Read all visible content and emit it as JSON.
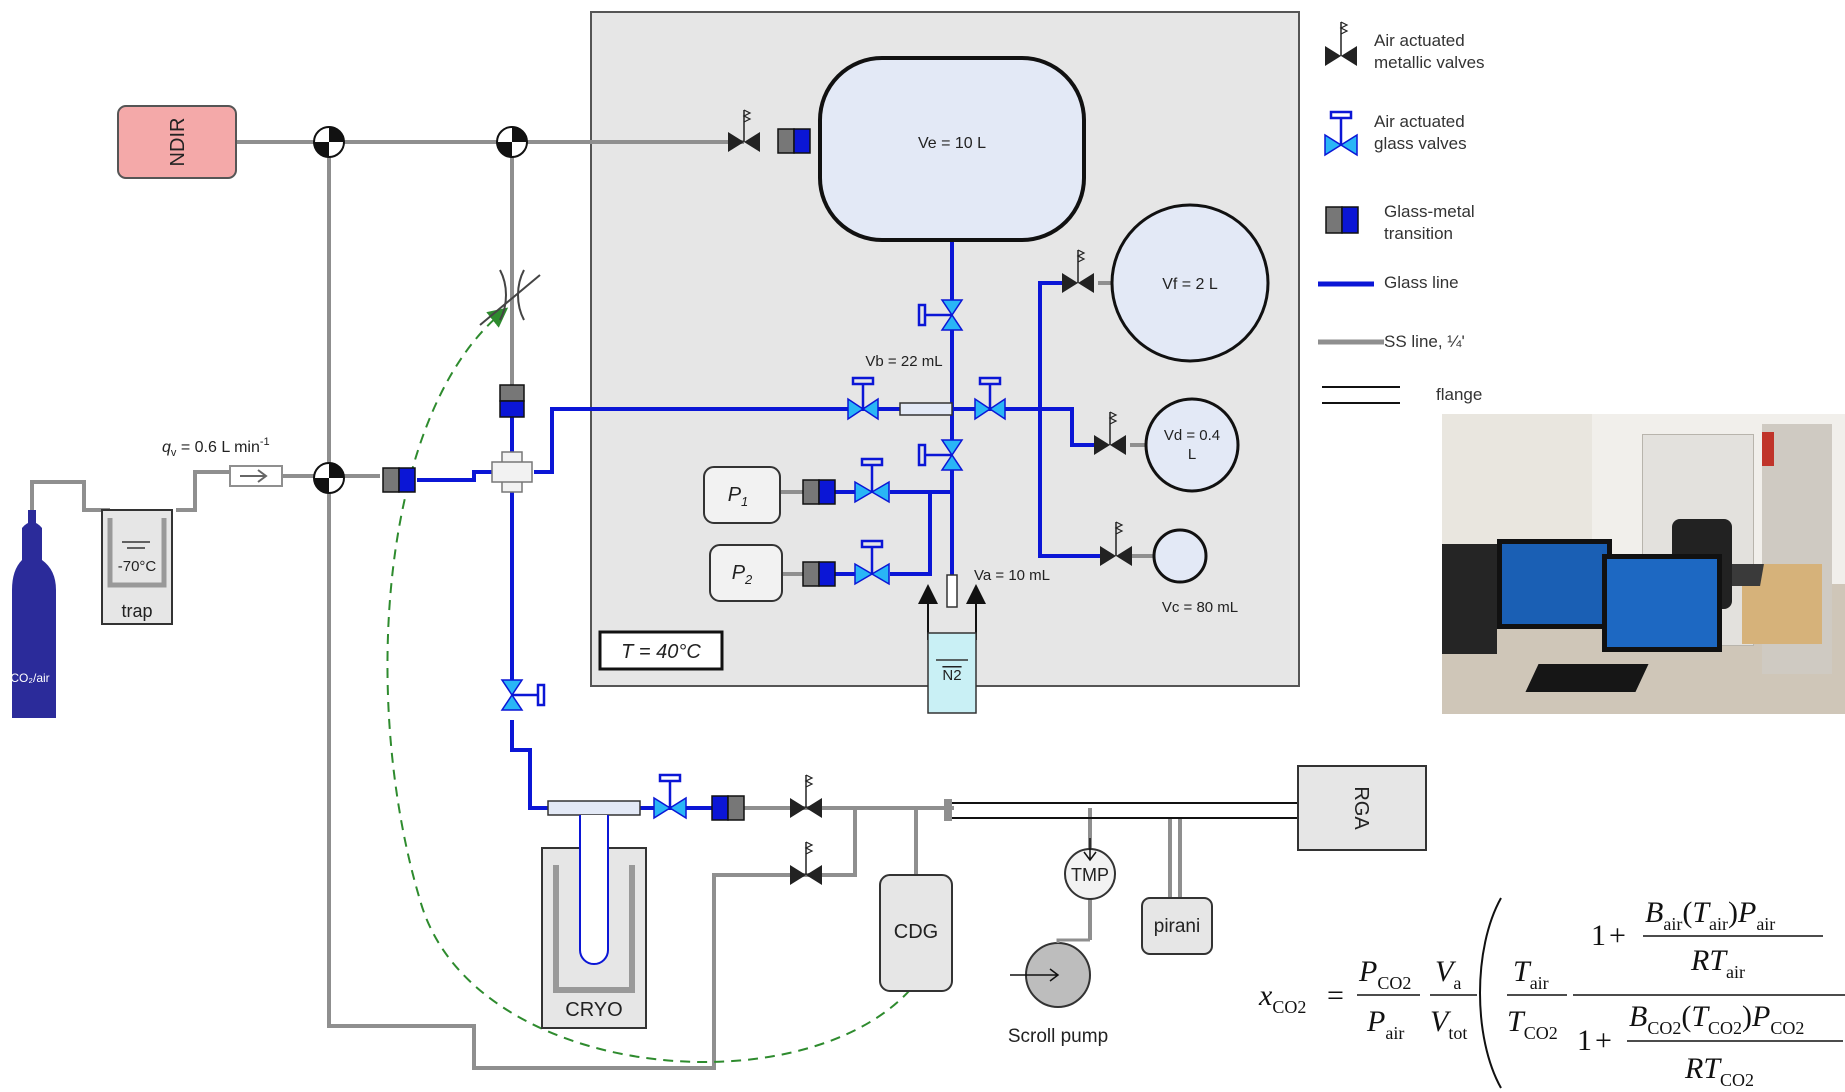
{
  "labels": {
    "ndir": "NDIR",
    "ve": "Ve = 10 L",
    "vf": "Vf = 2 L",
    "vd": [
      "Vd = 0.4",
      "L"
    ],
    "vc": "Vc = 80 mL",
    "vb": "Vb = 22 mL",
    "va": "Va = 10 mL",
    "n2": "N2",
    "p1_base": "P",
    "p1_sub": "1",
    "p2_base": "P",
    "p2_sub": "2",
    "temp": "T = 40°C",
    "flow_prefix": "q",
    "flow_sub": "v",
    "flow_value": " = 0.6 L min",
    "flow_sup": "-1",
    "trap_temp": "-70°C",
    "trap": "trap",
    "cylinder": "CO₂/air",
    "cryo": "CRYO",
    "cdg": "CDG",
    "tmp": "TMP",
    "pirani": "pirani",
    "rga": "RGA",
    "scroll_pump": "Scroll pump"
  },
  "legend": {
    "metal_valve": [
      "Air actuated",
      "metallic valves"
    ],
    "glass_valve": [
      "Air actuated",
      "glass valves"
    ],
    "transition": [
      "Glass-metal",
      "transition"
    ],
    "glass_line": "Glass line",
    "ss_line": "SS line, ¼'",
    "flange": "flange"
  },
  "equation": {
    "lhs": "x",
    "lhs_sub": "CO2",
    "f1_num": "P",
    "f1_num_sub": "CO2",
    "f1_den": "P",
    "f1_den_sub": "air",
    "f2_num": "V",
    "f2_num_sub": "a",
    "f2_den": "V",
    "f2_den_sub": "tot",
    "f3_num": "T",
    "f3_num_sub": "air",
    "f3_den": "T",
    "f3_den_sub": "CO2",
    "one": "1",
    "top_B": "B",
    "top_B_sub": "air",
    "top_T": "T",
    "top_T_sub": "air",
    "top_P": "P",
    "top_P_sub": "air",
    "top_RT": "RT",
    "top_RT_sub": "air",
    "bot_B": "B",
    "bot_B_sub": "CO2",
    "bot_T": "T",
    "bot_T_sub": "CO2",
    "bot_P": "P",
    "bot_P_sub": "CO2",
    "bot_RT": "RT",
    "bot_RT_sub": "CO2"
  },
  "colors": {
    "glass_line": "#0b16d6",
    "ss_line": "#8f8f8f",
    "chamber_fill": "#e6e6e6",
    "vessel_fill": "#e3e9f6",
    "ndir_fill": "#f4a9a9",
    "valve_blue": "#29b6f6",
    "cylinder": "#2b2b9a",
    "dashed": "#2e8b2e"
  }
}
